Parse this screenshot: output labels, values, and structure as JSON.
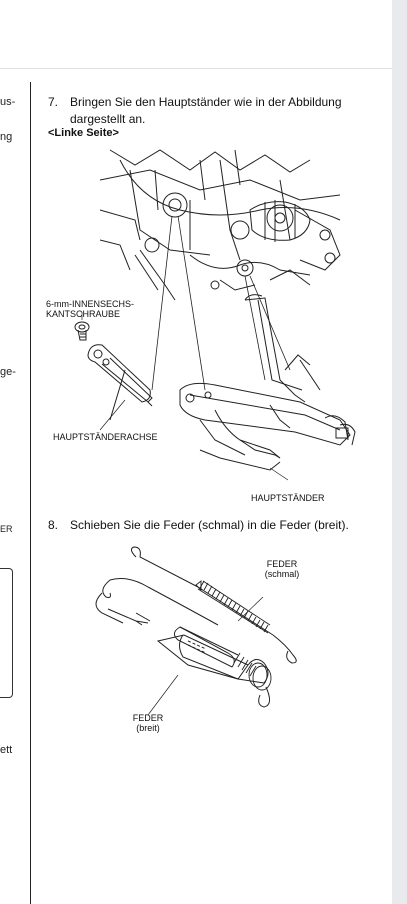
{
  "left_column": {
    "fragments": [
      "us-",
      "ng",
      "ge-",
      "ER",
      "ett"
    ]
  },
  "steps": [
    {
      "number": "7.",
      "line1": "Bringen Sie den Hauptständer wie in der Abbildung",
      "line2": "dargestellt an."
    },
    {
      "number": "8.",
      "line1": "Schieben Sie die Feder (schmal) in die Feder (breit)."
    }
  ],
  "figure1": {
    "subheading": "<Linke Seite>",
    "labels": {
      "bolt_line1": "6-mm-INNENSECHS-",
      "bolt_line2": "KANTSCHRAUBE",
      "axle": "HAUPTSTÄNDERACHSE",
      "stand": "HAUPTSTÄNDER"
    }
  },
  "figure2": {
    "labels": {
      "narrow_line1": "FEDER",
      "narrow_line2": "(schmal)",
      "wide_line1": "FEDER",
      "wide_line2": "(breit)"
    }
  }
}
